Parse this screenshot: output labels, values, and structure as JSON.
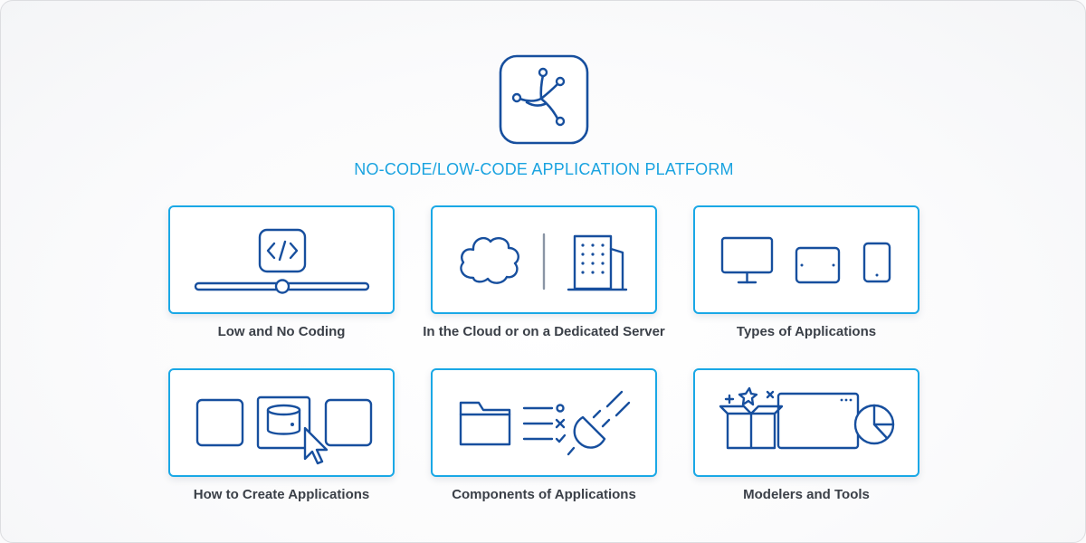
{
  "header": {
    "title": "NO-CODE/LOW-CODE APPLICATION PLATFORM",
    "logo_icon": "network-nodes-logo-icon"
  },
  "colors": {
    "accent": "#1aa8e6",
    "title": "#1aa3e0",
    "icon": "#174f9e",
    "label": "#3b4048"
  },
  "cards": [
    {
      "label": "Low and No Coding",
      "icon": "code-slider-icon"
    },
    {
      "label": "In the Cloud or on a Dedicated Server",
      "icon": "cloud-and-building-icon"
    },
    {
      "label": "Types of Applications",
      "icon": "devices-icon"
    },
    {
      "label": "How to Create Applications",
      "icon": "database-select-icon"
    },
    {
      "label": "Components of Applications",
      "icon": "folder-list-plug-icon"
    },
    {
      "label": "Modelers and Tools",
      "icon": "box-window-chart-icon"
    }
  ]
}
